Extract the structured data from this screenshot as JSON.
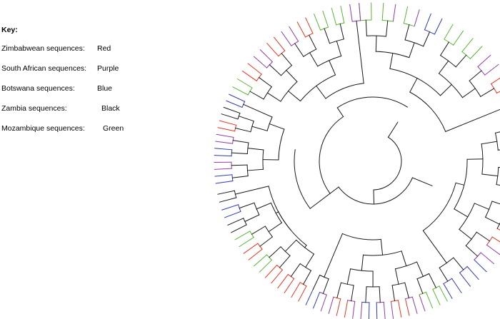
{
  "key": {
    "title": "Key:",
    "entries": [
      {
        "label": "Zimbabwean sequences:",
        "color_name": "Red"
      },
      {
        "label": "South African sequences:",
        "color_name": "Purple"
      },
      {
        "label": "Botswana sequences:",
        "color_name": "Blue"
      },
      {
        "label": "Zambia sequences:",
        "color_name": "Black"
      },
      {
        "label": "Mozambique sequences:",
        "color_name": "Green"
      }
    ]
  },
  "colors": {
    "Z": "#e8351f",
    "S": "#8e3fa8",
    "B": "#2e3cb3",
    "K": "#1a1a1a",
    "M": "#5ab535",
    "backbone": "#1a1a1a"
  },
  "tree": {
    "layout": "circular-rectangular",
    "clades": [
      {
        "arc": [
          -95,
          -20
        ],
        "groups": "MMMSMSBBMMMMSSZZSS",
        "base": 55
      },
      {
        "arc": [
          -15,
          60
        ],
        "groups": "KKSSKMMZZKKZZSSBBBBB",
        "base": 120
      },
      {
        "arc": [
          62,
          115
        ],
        "groups": "MMMSSZZSSBBSSZZSSBB",
        "base": 85
      },
      {
        "arc": [
          118,
          168
        ],
        "groups": "ZZZZZZMMZZMMKKBBKK",
        "base": 150
      },
      {
        "arc": [
          172,
          205
        ],
        "groups": "BBSSBBSSZZKKBB",
        "base": 95
      },
      {
        "arc": [
          208,
          265
        ],
        "groups": "MMZZSSZZSSZZMMMMSS",
        "base": 60
      }
    ]
  }
}
